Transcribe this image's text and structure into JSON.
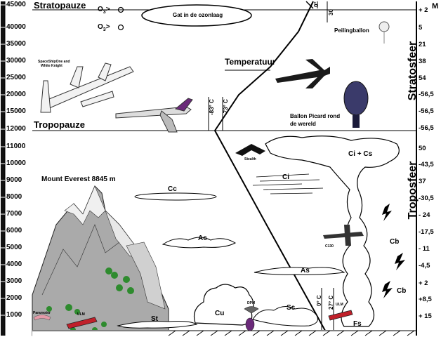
{
  "altitude_ticks": [
    "45000",
    "40000",
    "35000",
    "30000",
    "25000",
    "20000",
    "15000",
    "12000",
    "11000",
    "10000",
    "9000",
    "8000",
    "7000",
    "6000",
    "5000",
    "4000",
    "3000",
    "2000",
    "1000"
  ],
  "temperature_ticks": [
    "+ 2",
    "5",
    "21",
    "38",
    "54",
    "-56,5",
    "-56,5",
    "-56,5",
    "50",
    "-43,5",
    "37",
    "-30,5",
    "- 24",
    "-17,5",
    "- 11",
    "-4,5",
    "+ 2",
    "+8,5",
    "+ 15"
  ],
  "right_header": "M",
  "layers": {
    "stratosphere": "Stratosfeer",
    "troposphere": "Troposfeer"
  },
  "boundaries": {
    "stratopause": "Stratopauze",
    "tropopause": "Tropopauze"
  },
  "ozone": {
    "hole": "Gat in de ozonlaag",
    "formula_o3": "O",
    "formula_sub": "3",
    "formula_gt": ">",
    "formula_o": "O"
  },
  "labels": {
    "temperature": "Temperatuur",
    "weather_balloon": "Peilingballon",
    "picard_balloon_line1": "Ballon Picard rond",
    "picard_balloon_line2": "de wereld",
    "spaceship_line1": "SpaceShipOne and",
    "spaceship_line2": "White Knight",
    "stealth": "Stealth",
    "c130": "C130",
    "everest": "Mount Everest 8845 m",
    "paramotor": "Paramotor",
    "ulm_left": "ULM",
    "ulm_right": "ULM",
    "dpm": "DPM"
  },
  "clouds": {
    "cc": "Cc",
    "ci": "Ci",
    "ci_cs": "Ci + Cs",
    "ac": "Ac",
    "as": "As",
    "cb1": "Cb",
    "cb2": "Cb",
    "cu": "Cu",
    "sc": "Sc",
    "st": "St",
    "fs": "Fs"
  },
  "vertical_temps": {
    "t1": "-83° C",
    "t2": "-73° C",
    "t3": "0° C",
    "t4": "27° C",
    "t5": "30",
    "t6": "0°"
  },
  "colors": {
    "line": "#000000",
    "mountain": "#a9a9a9",
    "tree": "#2e8b2e",
    "plane_red": "#c0202a",
    "jet_purple": "#6b2a7a"
  }
}
